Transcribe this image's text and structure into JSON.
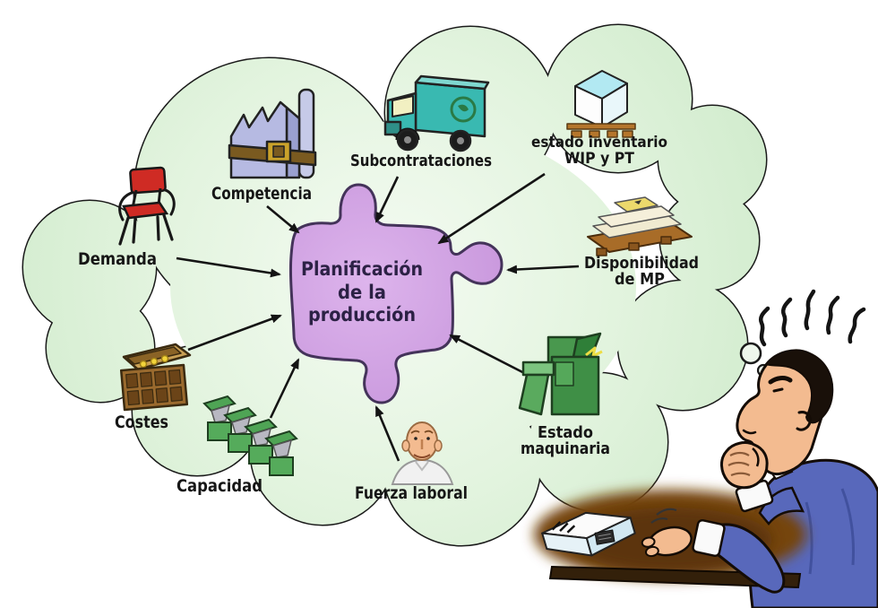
{
  "puzzle": {
    "line1": "Planificación",
    "line2": "de la",
    "line3": "producción",
    "fill": "#cfa0e0",
    "outline": "#44335a",
    "text_color": "#2c2145"
  },
  "factors": [
    {
      "key": "demanda",
      "label": "Demanda",
      "icon": "chair-icon"
    },
    {
      "key": "competencia",
      "label": "Competencia",
      "icon": "factory-icon"
    },
    {
      "key": "subcontrataciones",
      "label": "Subcontrataciones",
      "icon": "truck-icon"
    },
    {
      "key": "estado_inventario",
      "label": "estado inventario",
      "label2": "WIP y PT",
      "icon": "pallet-box-icon"
    },
    {
      "key": "disponibilidad_mp",
      "label": "Disponibilidad",
      "label2": "de MP",
      "icon": "pallet-materials-icon"
    },
    {
      "key": "estado_maquinaria",
      "label": "Estado",
      "label2": "maquinaria",
      "icon": "machine-icon"
    },
    {
      "key": "fuerza_laboral",
      "label": "Fuerza laboral",
      "icon": "worker-icon"
    },
    {
      "key": "capacidad",
      "label": "Capacidad",
      "icon": "machines-row-icon"
    },
    {
      "key": "costes",
      "label": "Costes",
      "icon": "treasure-chest-icon"
    }
  ],
  "colors": {
    "cloud_center": "#f4fbf2",
    "cloud_edge": "#d2ecce",
    "cloud_outline": "#1a1a1a",
    "label_color": "#161616",
    "arrow": "#141414",
    "chair_red": "#cf2b24",
    "factory_purple": "#b6bae2",
    "truck_teal": "#39b9b1",
    "cube_top": "#b2e9f2",
    "pallet_brown": "#a86c28",
    "machine_green": "#3f8f46",
    "chest_brown": "#9a6a2e",
    "capacity_green": "#55ab5b",
    "skin": "#f3bb90",
    "sweater_blue": "#5868bb",
    "desk_brown": "#74440f"
  }
}
